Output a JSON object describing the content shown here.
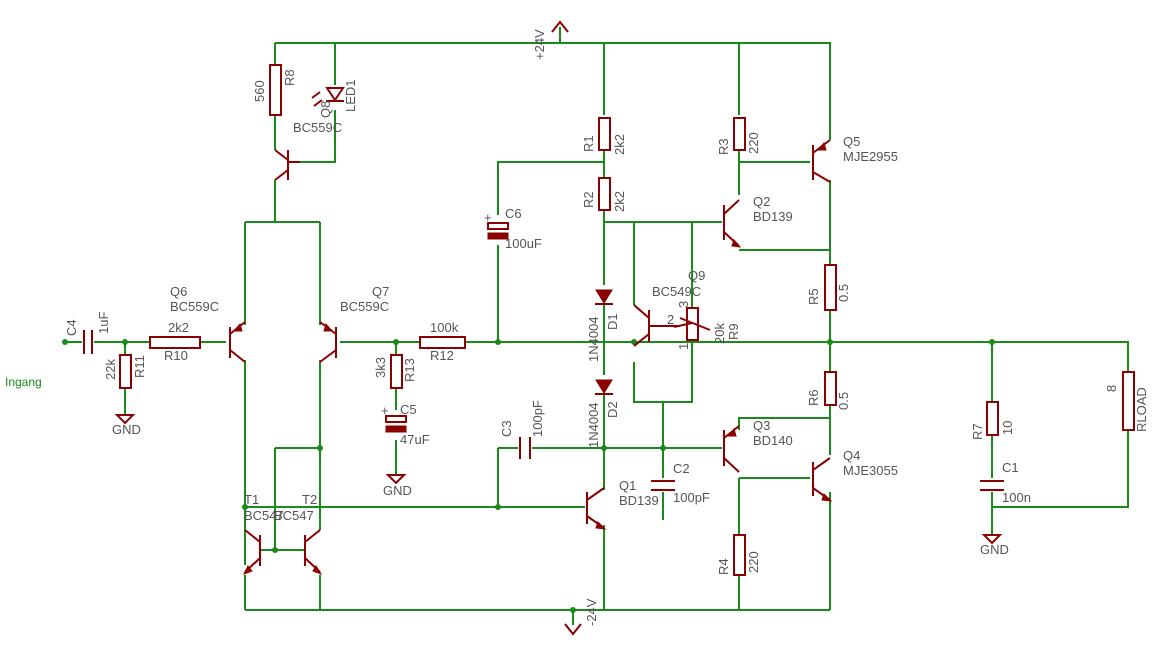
{
  "colors": {
    "wire": "#1a8a1a",
    "component": "#8b0000",
    "text": "#555555"
  },
  "labels": {
    "vplus": "+24V",
    "vminus": "-24V",
    "gnd1": "GND",
    "gnd2": "GND",
    "gnd3": "GND",
    "input": "Ingang",
    "c4": "C4",
    "c4v": "1uF",
    "r11": "R11",
    "r11v": "22k",
    "r10": "R10",
    "r10v": "2k2",
    "q6": "Q6",
    "q6v": "BC559C",
    "q7": "Q7",
    "q7v": "BC559C",
    "q8": "Q8",
    "q8v": "BC559C",
    "r8": "R8",
    "r8v": "560",
    "led1": "LED1",
    "r13": "R13",
    "r13v": "3k3",
    "c5": "C5",
    "c5v": "47uF",
    "r12": "R12",
    "r12v": "100k",
    "c6": "C6",
    "c6v": "100uF",
    "r1": "R1",
    "r1v": "2k2",
    "r2": "R2",
    "r2v": "2k2",
    "d1": "D1",
    "d1v": "1N4004",
    "d2": "D2",
    "d2v": "1N4004",
    "q9": "Q9",
    "q9v": "BC549C",
    "r9": "R9",
    "r9v": "20k",
    "pin1": "1",
    "pin2": "2",
    "pin3": "3",
    "r3": "R3",
    "r3v": "220",
    "q2": "Q2",
    "q2v": "BD139",
    "q5": "Q5",
    "q5v": "MJE2955",
    "r5": "R5",
    "r5v": "0.5",
    "r6": "R6",
    "r6v": "0.5",
    "q3": "Q3",
    "q3v": "BD140",
    "q4": "Q4",
    "q4v": "MJE3055",
    "c3": "C3",
    "c3v": "100pF",
    "c2": "C2",
    "c2v": "100pF",
    "q1": "Q1",
    "q1v": "BD139",
    "r4": "R4",
    "r4v": "220",
    "t1": "T1",
    "t1v": "BC547",
    "t2": "T2",
    "t2v": "BC547",
    "r7": "R7",
    "r7v": "10",
    "c1": "C1",
    "c1v": "100n",
    "rload": "RLOAD",
    "rloadv": "8"
  }
}
